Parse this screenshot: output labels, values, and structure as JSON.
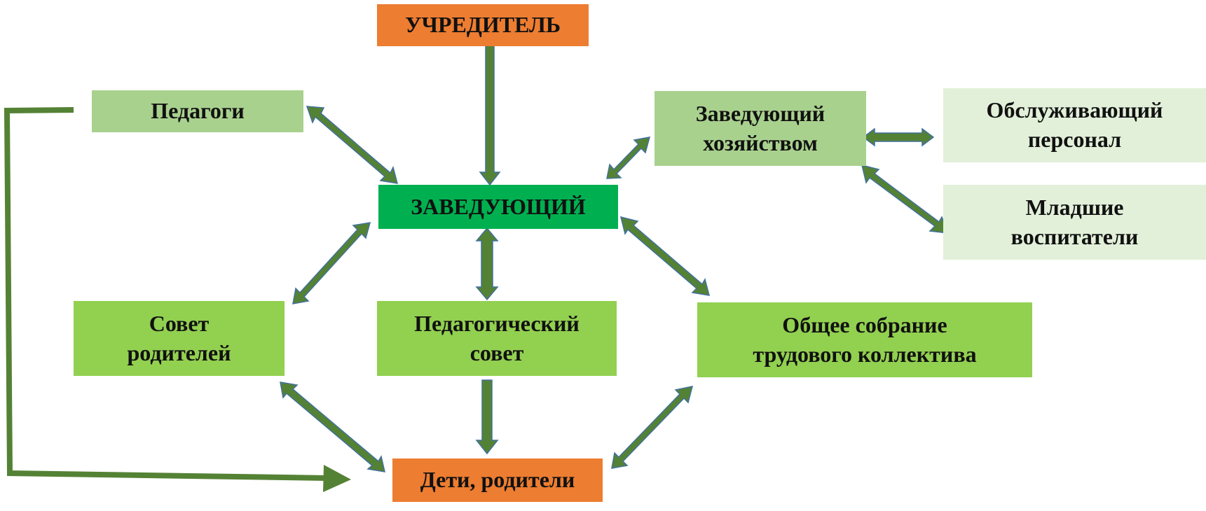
{
  "nodes": {
    "founder": {
      "label": "УЧРЕДИТЕЛЬ",
      "color": "#ED7D31"
    },
    "teachers": {
      "label": "Педагоги",
      "color": "#A9D18E"
    },
    "head": {
      "label": "ЗАВЕДУЮЩИЙ",
      "color": "#00B050"
    },
    "housekeeping": {
      "label": "Заведующий\nхозяйством",
      "color": "#A9D18E"
    },
    "service_staff": {
      "label": "Обслуживающий\nперсонал",
      "color": "#E2F0D9"
    },
    "junior_educators": {
      "label": "Младшие\nвоспитатели",
      "color": "#E2F0D9"
    },
    "parents_council": {
      "label": "Совет\nродителей",
      "color": "#92D050"
    },
    "ped_council": {
      "label": "Педагогический\nсовет",
      "color": "#92D050"
    },
    "general_meeting": {
      "label": "Общее собрание\nтрудового коллектива",
      "color": "#92D050"
    },
    "children_parents": {
      "label": "Дети, родители",
      "color": "#ED7D31"
    }
  },
  "arrow_color": "#548235",
  "arrow_outline": "#41719C"
}
